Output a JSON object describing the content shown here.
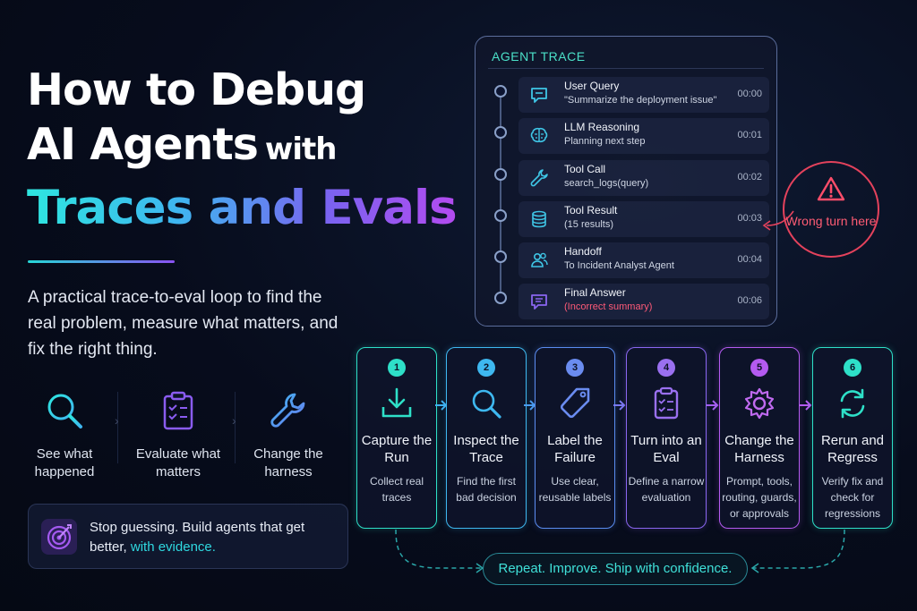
{
  "title": {
    "line1": "How to Debug",
    "line2_main": "AI Agents",
    "line2_small": "with",
    "line3": "Traces and Evals"
  },
  "subtitle": "A practical trace-to-eval loop to find the real problem, measure what matters, and fix the right thing.",
  "features": [
    {
      "label": "See what happened",
      "icon": "search-icon"
    },
    {
      "label": "Evaluate what matters",
      "icon": "clipboard-icon"
    },
    {
      "label": "Change the harness",
      "icon": "wrench-icon"
    }
  ],
  "callout": {
    "text_main": "Stop guessing. Build agents that get better,",
    "text_highlight": "with evidence.",
    "icon": "target-icon"
  },
  "trace": {
    "header": "AGENT TRACE",
    "steps": [
      {
        "name": "User Query",
        "detail": "\"Summarize the deployment issue\"",
        "time": "00:00",
        "icon": "chat-icon"
      },
      {
        "name": "LLM Reasoning",
        "detail": "Planning next step",
        "time": "00:01",
        "icon": "brain-icon"
      },
      {
        "name": "Tool Call",
        "detail": "search_logs(query)",
        "time": "00:02",
        "icon": "wrench-icon"
      },
      {
        "name": "Tool Result",
        "detail": "(15 results)",
        "time": "00:03",
        "icon": "database-icon"
      },
      {
        "name": "Handoff",
        "detail": "To Incident Analyst Agent",
        "time": "00:04",
        "icon": "users-icon"
      },
      {
        "name": "Final Answer",
        "detail": "(Incorrect summary)",
        "time": "00:06",
        "icon": "message-icon"
      }
    ],
    "warning": "Wrong turn here",
    "colors": {
      "accent": "#4be0c8",
      "error": "#ff5c74"
    }
  },
  "loop": [
    {
      "num": "1",
      "title": "Capture the Run",
      "desc": "Collect real traces",
      "color": "#2ee0c8",
      "icon": "download-icon"
    },
    {
      "num": "2",
      "title": "Inspect the Trace",
      "desc": "Find the first bad decision",
      "color": "#3eb8f0",
      "icon": "search-icon"
    },
    {
      "num": "3",
      "title": "Label the Failure",
      "desc": "Use clear, reusable labels",
      "color": "#5a8cf0",
      "icon": "tag-icon"
    },
    {
      "num": "4",
      "title": "Turn into an Eval",
      "desc": "Define a narrow evaluation",
      "color": "#8a66f0",
      "icon": "clipboard-icon"
    },
    {
      "num": "5",
      "title": "Change the Harness",
      "desc": "Prompt, tools, routing, guards, or approvals",
      "color": "#b45af0",
      "icon": "gear-icon"
    },
    {
      "num": "6",
      "title": "Rerun and Regress",
      "desc": "Verify fix and check for regressions",
      "color": "#2ee0c8",
      "icon": "refresh-icon"
    }
  ],
  "repeat": "Repeat. Improve. Ship with confidence."
}
